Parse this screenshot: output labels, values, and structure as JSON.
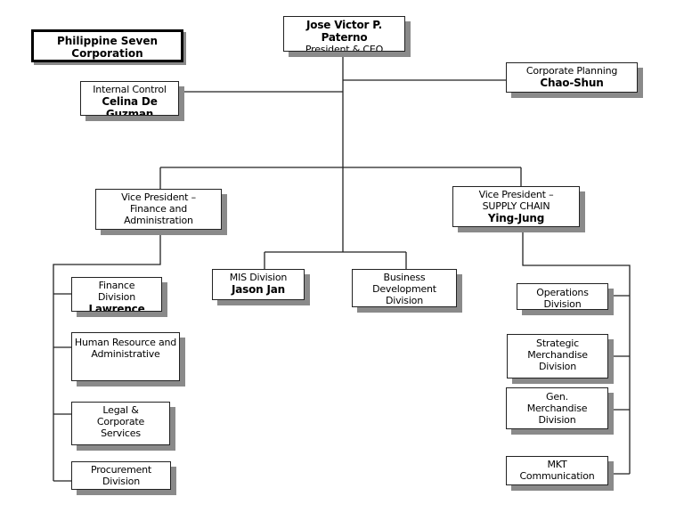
{
  "company": "Philippine Seven Corporation",
  "ceo": {
    "name": "Jose Victor P. Paterno",
    "title": "President & CEO"
  },
  "internal_control": {
    "title": "Internal Control",
    "name": "Celina De Guzman"
  },
  "corporate_planning": {
    "title": "Corporate Planning",
    "name": "Chao-Shun"
  },
  "vp_finance": {
    "title": "Vice President – Finance and Administration"
  },
  "vp_supply": {
    "title": "Vice President – SUPPLY CHAIN",
    "name": "Ying-Jung"
  },
  "mis": {
    "title": "MIS Division",
    "name": "Jason Jan"
  },
  "bizdev": {
    "title": "Business Development Division"
  },
  "finance_div": {
    "title": "Finance Division",
    "name": "Lawrence De"
  },
  "hr": {
    "title": "Human Resource and Administrative"
  },
  "legal": {
    "title": "Legal & Corporate Services"
  },
  "procurement": {
    "title": "Procurement Division"
  },
  "operations": {
    "title": "Operations Division"
  },
  "strategic": {
    "title": "Strategic Merchandise Division"
  },
  "gen_merch": {
    "title": "Gen. Merchandise Division"
  },
  "mkt": {
    "title": "MKT Communication"
  }
}
